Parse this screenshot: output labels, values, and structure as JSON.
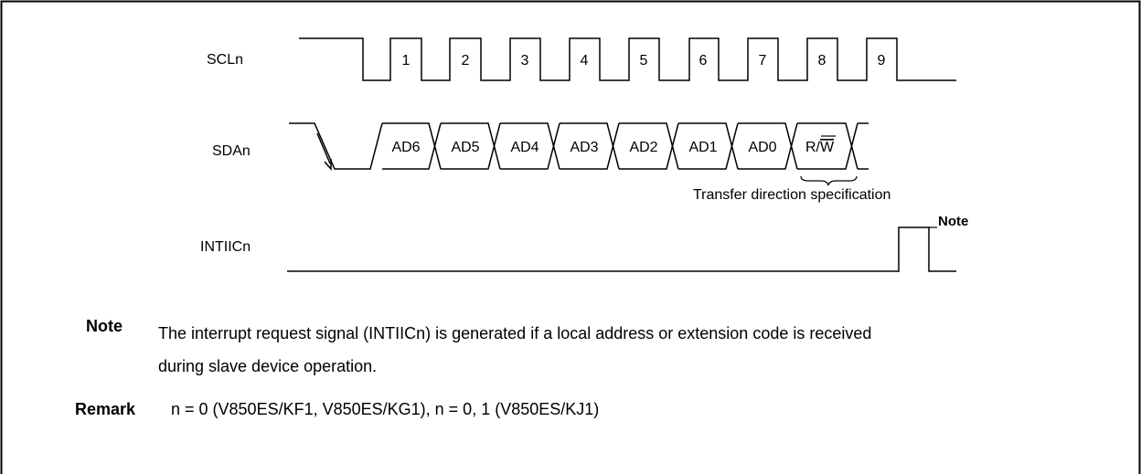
{
  "diagram": {
    "signals": {
      "scl": "SCLn",
      "sda": "SDAn",
      "int": "INTIICn"
    },
    "clock_pulses": [
      "1",
      "2",
      "3",
      "4",
      "5",
      "6",
      "7",
      "8",
      "9"
    ],
    "data_bits": [
      "AD6",
      "AD5",
      "AD4",
      "AD3",
      "AD2",
      "AD1",
      "AD0"
    ],
    "rw_bit": {
      "r": "R/",
      "w": "W"
    },
    "brace_label": "Transfer direction specification",
    "int_pulse_label": "Note"
  },
  "note": {
    "label": "Note",
    "line1": "The interrupt request signal (INTIICn) is generated if a local address or extension code is received",
    "line2": "during slave device operation."
  },
  "remark": {
    "label": "Remark",
    "text": "n = 0 (V850ES/KF1, V850ES/KG1), n = 0, 1 (V850ES/KJ1)"
  }
}
